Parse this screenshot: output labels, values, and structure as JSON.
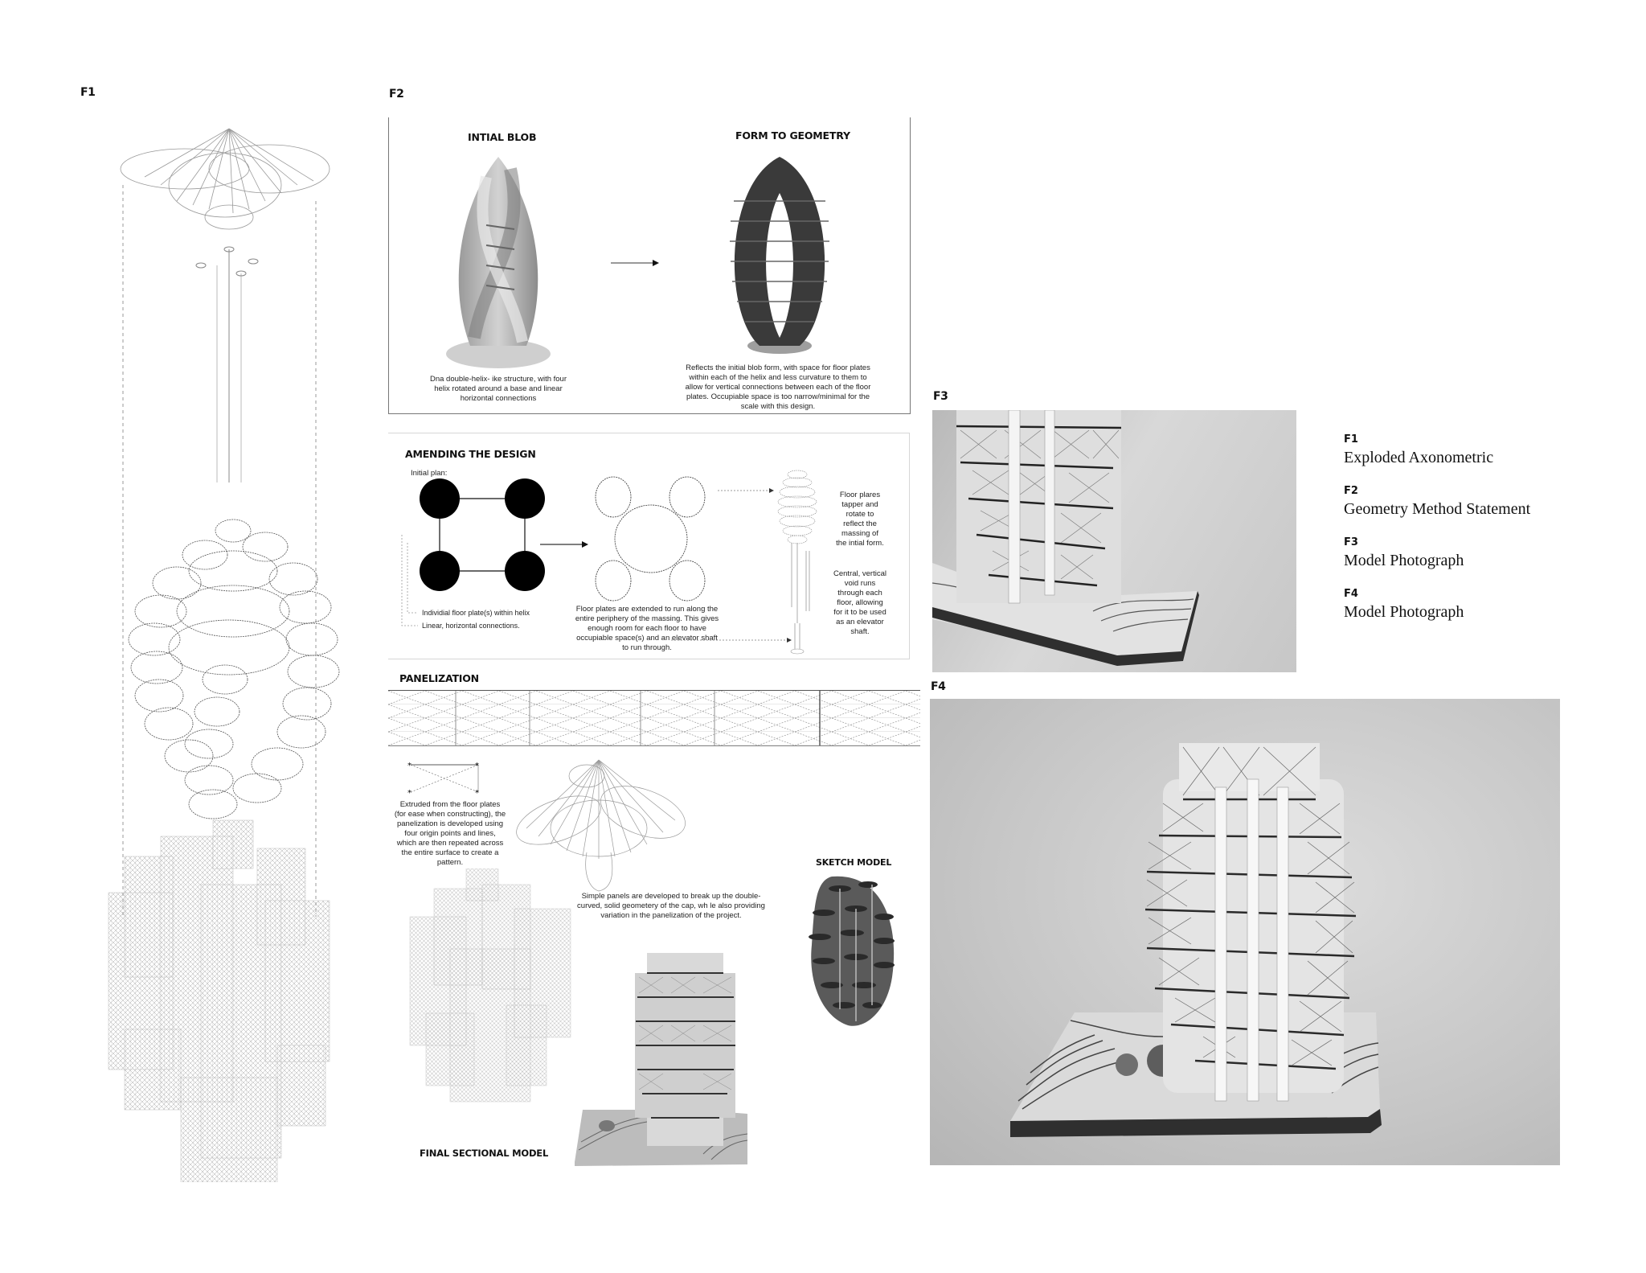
{
  "figures": {
    "f1": {
      "label": "F1"
    },
    "f2": {
      "label": "F2"
    },
    "f3": {
      "label": "F3"
    },
    "f4": {
      "label": "F4"
    }
  },
  "f2_panel": {
    "initial_blob": {
      "heading": "INTIAL BLOB",
      "caption": "Dna double-helix- ike structure, with four helix rotated around a base and linear horizontal connections"
    },
    "form_to_geometry": {
      "heading": "FORM TO GEOMETRY",
      "caption": "Reflects the initial blob form, with space for floor plates within each of the helix and less curvature to them to allow for vertical connections between each of the floor plates. Occupiable space is too narrow/minimal for the scale with this design."
    },
    "amending": {
      "heading": "AMENDING THE DESIGN",
      "initial_plan_label": "Initial plan:",
      "legend_floor_plates": "Individial floor plate(s) within helix",
      "legend_connections": "Linear, horizontal connections.",
      "extended_caption": "Floor plates are extended to run along the entire periphery of the massing. This gives enough room for each floor to have occupiable space(s) and an elevator shaft to run through.",
      "taper_caption": "Floor plares tapper and rotate to reflect the massing of the intial form.",
      "void_caption": "Central, vertical void runs through each floor, allowing for it to be used as an elevator shaft."
    },
    "panelization": {
      "heading": "PANELIZATION",
      "pattern_caption": "Extruded from the floor plates (for ease when constructing), the panelization is developed using four origin points and lines, which are then repeated across the entire surface to create a pattern.",
      "cap_caption": "Simple panels are developed to break up the double-curved, solid geometery of the cap, wh le also providing variation in the panelization of the project.",
      "sketch_model_heading": "SKETCH MODEL",
      "final_model_heading": "FINAL SECTIONAL MODEL"
    }
  },
  "legend": {
    "entries": [
      {
        "num": "F1",
        "title": "Exploded Axonometric"
      },
      {
        "num": "F2",
        "title": "Geometry Method Statement"
      },
      {
        "num": "F3",
        "title": "Model Photograph"
      },
      {
        "num": "F4",
        "title": "Model Photograph"
      }
    ]
  },
  "colors": {
    "background": "#ffffff",
    "text": "#111111",
    "line_gray": "#888888",
    "photo_gray": "#c9c9c9"
  }
}
